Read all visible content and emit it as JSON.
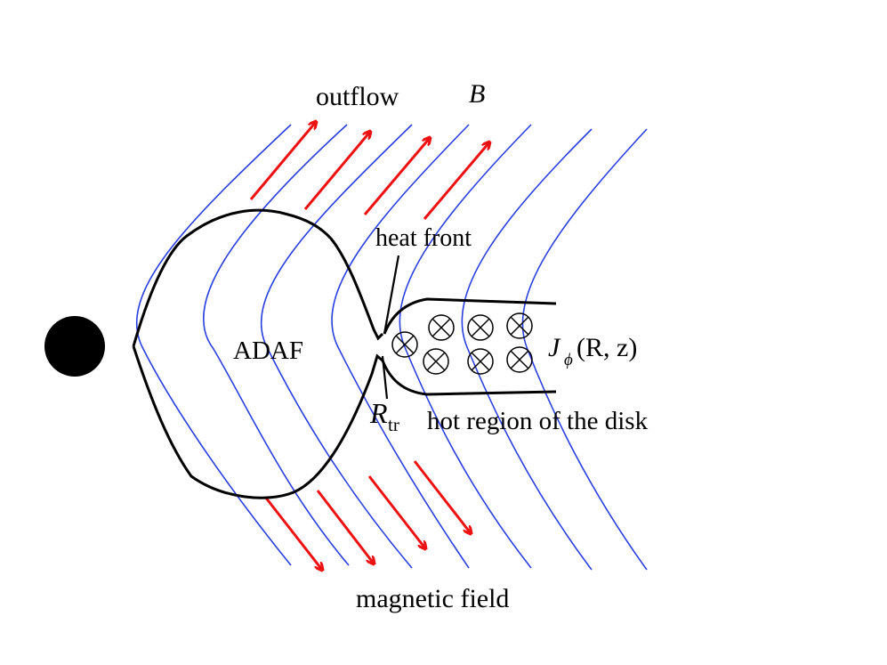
{
  "labels": {
    "outflow": "outflow",
    "field_symbol": "B",
    "heat_front": "heat front",
    "adaf": "ADAF",
    "current_main": "J",
    "current_sub": "ϕ",
    "current_args": "(R, z)",
    "rtr_main": "R",
    "rtr_sub": "tr",
    "hot_region": "hot region of the disk",
    "magnetic_field": "magnetic field"
  },
  "colors": {
    "field_lines": "#2a3fe0",
    "outflow_arrows": "#ee1111",
    "outlines": "#000000",
    "black_hole": "#000000"
  },
  "icons": {
    "current_symbol": "circle-cross-icon"
  }
}
